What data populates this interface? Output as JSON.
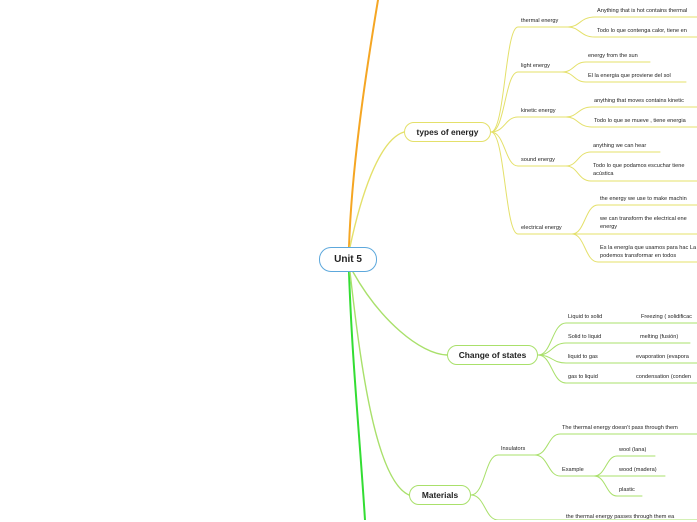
{
  "root": {
    "title": "Unit 5"
  },
  "branches": {
    "types_of_energy": {
      "title": "types of energy",
      "thermal": {
        "label": "thermal energy",
        "def_en": "Anything that is hot contains thermal",
        "def_es": "Todo lo que contenga calor, tiene en"
      },
      "light": {
        "label": "light energy",
        "def_en": "energy from the sun",
        "def_es": "El la energia que proviene del sol"
      },
      "kinetic": {
        "label": "kinetic energy",
        "def_en": "anything that moves contains kinetic",
        "def_es": "Todo lo que se mueve , tiene energia"
      },
      "sound": {
        "label": "sound energy",
        "def_en": "anything we can hear",
        "def_es": "Todo lo que podamos escuchar tiene acústica"
      },
      "electrical": {
        "label": "electrical energy",
        "def_en_1": "the energy we use to make machin",
        "def_en_2": "we can transform the electrical ene energy",
        "def_es": "Es la energía que usamos para hac La podemos transformar en todos"
      }
    },
    "change_of_states": {
      "title": "Change of states",
      "items": [
        {
          "label": "Liquid to solid",
          "result": "Freezing ( solidificac"
        },
        {
          "label": "Solid to liquid",
          "result": "melting (fusión)"
        },
        {
          "label": "liquid to gas",
          "result": "evaporation (evapora"
        },
        {
          "label": "gas to liquid",
          "result": "condensation (conden"
        }
      ]
    },
    "materials": {
      "title": "Materials",
      "insulators": {
        "label": "Insulators",
        "description": "The thermal energy doesn't pass through them",
        "example_label": "Example",
        "examples": [
          "wool (lana)",
          "wood (madera)",
          "plastic"
        ]
      },
      "conductors": {
        "description": "the thermal energy passes through them ea"
      }
    }
  },
  "colors": {
    "root_border": "#5da8dc",
    "branch_yellow": "#e4e06a",
    "branch_green": "#a9e06b",
    "line_orange": "#f5a623",
    "line_bright_green": "#33dd33"
  }
}
